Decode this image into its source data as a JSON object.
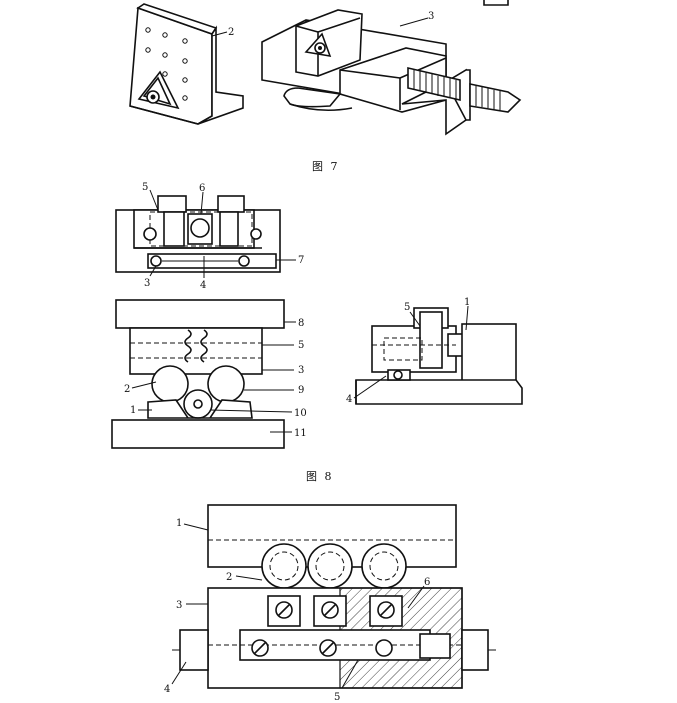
{
  "figure7": {
    "caption": "图 7",
    "labels": {
      "angle_plate": "2",
      "vise": "3"
    }
  },
  "figure8": {
    "caption": "图 8",
    "top_view_labels": {
      "l5": "5",
      "l6": "6",
      "l7": "7",
      "l3": "3",
      "l4": "4"
    },
    "front_view_labels": {
      "l8": "8",
      "l5": "5",
      "l3": "3",
      "l2": "2",
      "l9": "9",
      "l1": "1",
      "l10": "10",
      "l11": "11"
    },
    "side_view_labels": {
      "l5": "5",
      "l1": "1",
      "l4": "4"
    }
  },
  "figure9": {
    "labels": {
      "l1": "1",
      "l2": "2",
      "l3": "3",
      "l6": "6",
      "l4": "4",
      "l5": "5"
    }
  }
}
